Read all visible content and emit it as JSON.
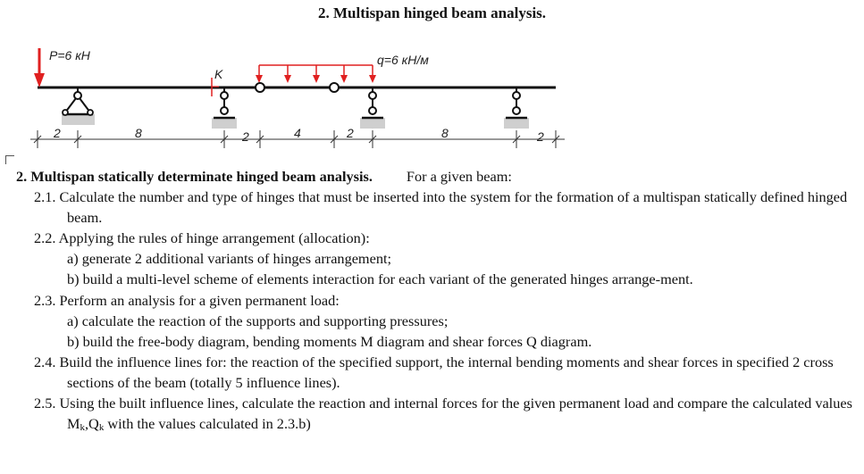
{
  "heading": "2. Multispan hinged beam analysis.",
  "diagram": {
    "load_p": "P=6 кН",
    "load_q": "q=6 кН/м",
    "section_k": "K",
    "dimensions": [
      "2",
      "8",
      "2",
      "4",
      "2",
      "8",
      "2"
    ]
  },
  "task": {
    "title": "2. Multispan statically determinate hinged beam analysis.",
    "intro": "For a given beam:",
    "s21": "2.1. Calculate the number and type of hinges that must be inserted into the system for the formation of a multispan statically defined hinged beam.",
    "s22": "2.2. Applying the rules of hinge arrangement (allocation):",
    "s22a": "a) generate 2 additional variants of hinges arrangement;",
    "s22b": "b) build a multi-level scheme of elements interaction for each variant of the generated hinges arrange-ment.",
    "s23": "2.3. Perform an analysis for a given permanent load:",
    "s23a": "a) calculate the reaction of the supports and supporting pressures;",
    "s23b": "b) build the free-body diagram, bending moments M diagram and shear forces Q diagram.",
    "s24": "2.4. Build the influence lines for: the reaction of the specified support, the internal bending moments and shear forces in specified 2 cross sections of the beam (totally 5 influence lines).",
    "s25_a": "2.5. Using the built influence lines, calculate the reaction and internal forces for the given permanent load and compare the calculated values M",
    "s25_sub1": "k",
    "s25_sep": ",Q",
    "s25_sub2": "k",
    "s25_b": " with the values calculated in 2.3.b)"
  }
}
